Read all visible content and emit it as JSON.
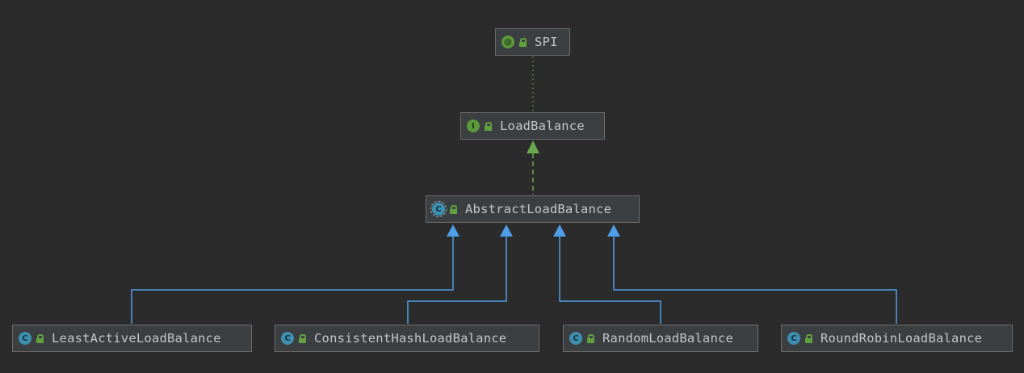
{
  "nodes": {
    "spi": {
      "label": "SPI",
      "kind": "@"
    },
    "load_balance": {
      "label": "LoadBalance",
      "kind": "I"
    },
    "abstract_load_balance": {
      "label": "AbstractLoadBalance",
      "kind": "C"
    },
    "least_active": {
      "label": "LeastActiveLoadBalance",
      "kind": "C"
    },
    "consistent_hash": {
      "label": "ConsistentHashLoadBalance",
      "kind": "C"
    },
    "random": {
      "label": "RandomLoadBalance",
      "kind": "C"
    },
    "round_robin": {
      "label": "RoundRobinLoadBalance",
      "kind": "C"
    }
  },
  "colors": {
    "background": "#2b2b2b",
    "node_fill": "#3c3f41",
    "node_border": "#6a6a6a",
    "annotation_link": "#5f8f3f",
    "implements_link": "#6aa84f",
    "extends_link": "#4f9ee8"
  }
}
